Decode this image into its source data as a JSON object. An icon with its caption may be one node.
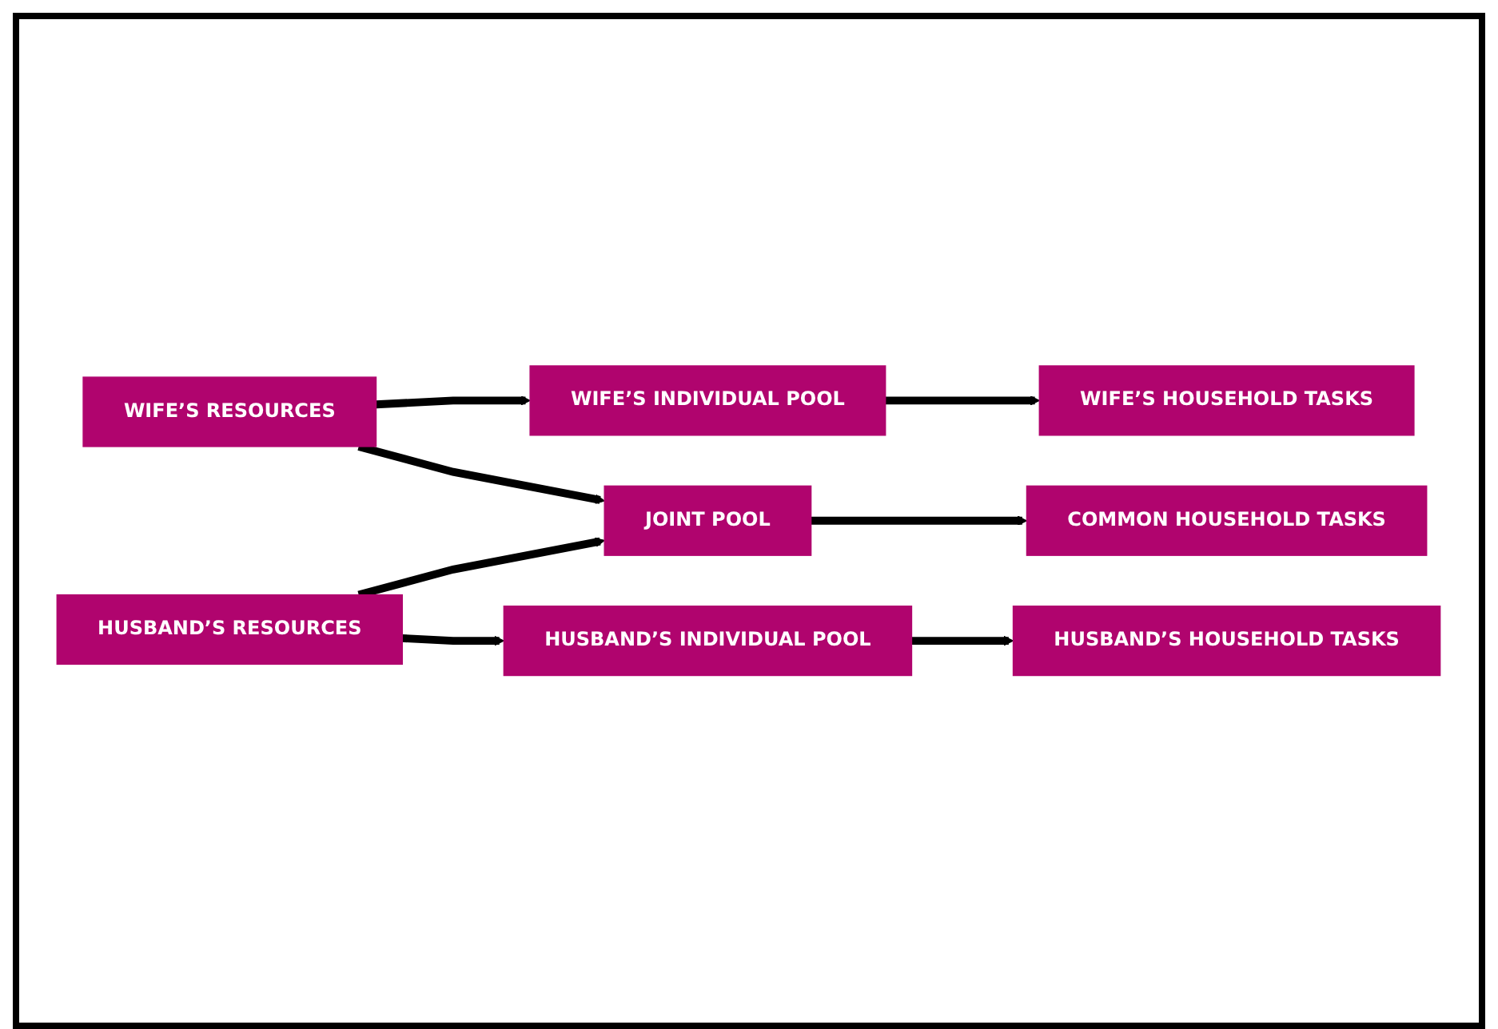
{
  "diagram": {
    "nodes": [
      {
        "text": [
          "WIFE’S RESOURCES"
        ]
      },
      {
        "text": [
          "WIFE’S INDIVIDUAL POOL"
        ]
      },
      {
        "text": [
          "WIFE’S HOUSEHOLD TASKS"
        ]
      },
      {
        "text": [
          "JOINT POOL"
        ]
      },
      {
        "text": [
          "COMMON HOUSEHOLD TASKS"
        ]
      },
      {
        "text": [
          "HUSBAND’S RESOURCES"
        ]
      },
      {
        "text": [
          "HUSBAND’S INDIVIDUAL POOL"
        ]
      },
      {
        "text": [
          "HUSBAND’S HOUSEHOLD TASKS"
        ]
      }
    ],
    "edges": [
      {
        "from": 0,
        "to": 1,
        "arrow": "to"
      },
      {
        "from": 1,
        "to": 2,
        "arrow": "to"
      },
      {
        "from": 0,
        "to": 3,
        "arrow": "to"
      },
      {
        "from": 3,
        "to": 4,
        "arrow": "to"
      },
      {
        "from": 5,
        "to": 3,
        "arrow": "to"
      },
      {
        "from": 5,
        "to": 6,
        "arrow": "to"
      },
      {
        "from": 6,
        "to": 7,
        "arrow": "to"
      }
    ]
  }
}
